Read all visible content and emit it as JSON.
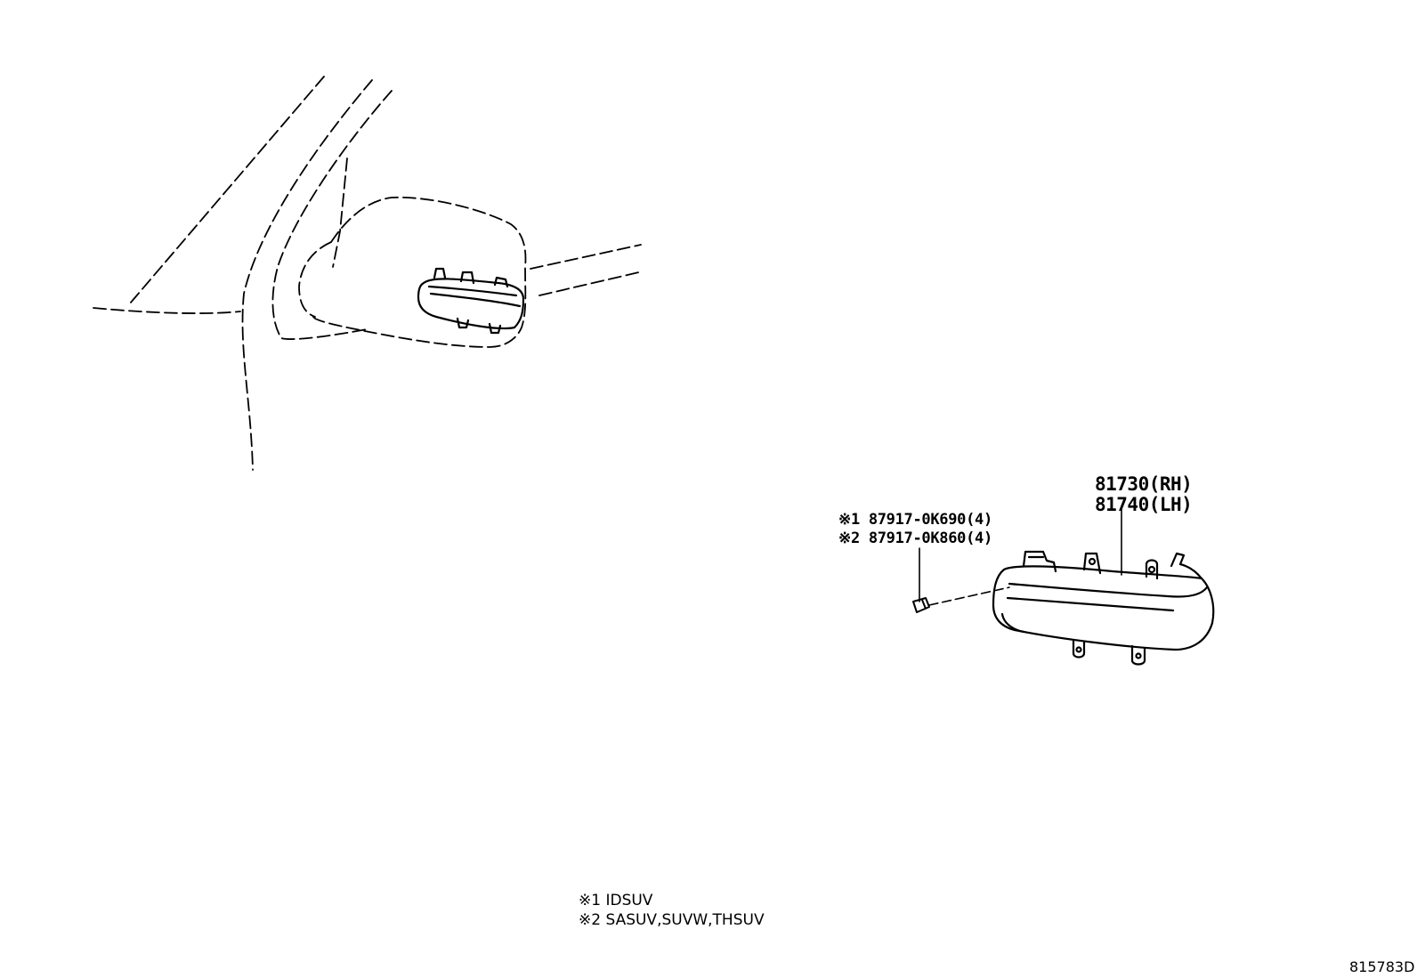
{
  "callouts": {
    "lamp_rh": "81730(RH)",
    "lamp_lh": "81740(LH)",
    "screw_1": "※1 87917-0K690(4)",
    "screw_2": "※2 87917-0K860(4)"
  },
  "notes": {
    "note_1": "※1 IDSUV",
    "note_2": "※2 SASUV,SUVW,THSUV"
  },
  "figure_id": "815783D",
  "colors": {
    "line": "#000000",
    "background": "#ffffff"
  }
}
